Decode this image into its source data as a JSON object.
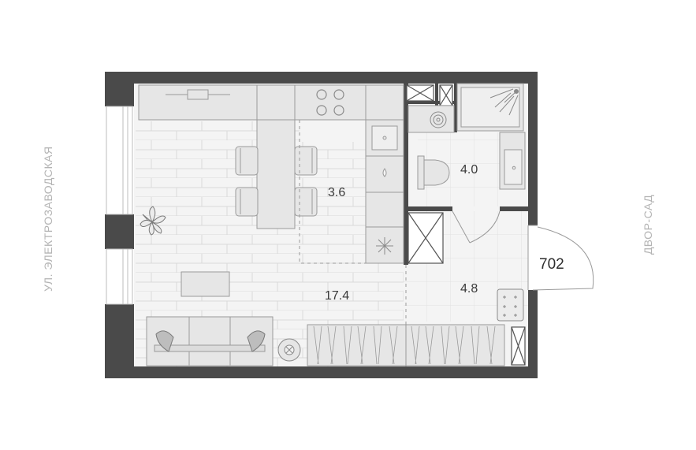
{
  "streets": {
    "left": "УЛ. ЭЛЕКТРОЗАВОДСКАЯ",
    "right": "ДВОР-САД"
  },
  "apartment_number": "702",
  "rooms": [
    {
      "id": "kitchen",
      "area": "3.6"
    },
    {
      "id": "bathroom",
      "area": "4.0"
    },
    {
      "id": "living",
      "area": "17.4"
    },
    {
      "id": "hall",
      "area": "4.8"
    }
  ],
  "colors": {
    "wall": "#4a4a4a",
    "floor": "#f4f4f4",
    "furniture": "#e6e6e6",
    "line": "#9a9a9a",
    "text": "#3a3a3a",
    "street_text": "#b4b4b4"
  }
}
